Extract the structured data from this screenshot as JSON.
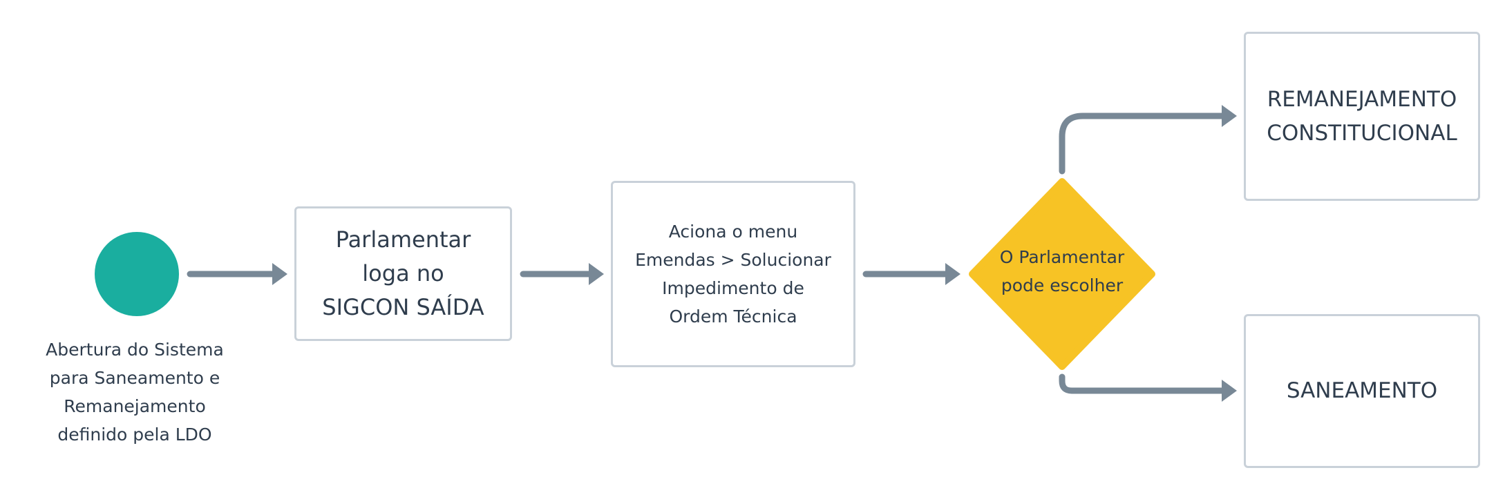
{
  "diagram": {
    "start_caption": "Abertura do Sistema\npara Saneamento e\nRemanejamento\ndefinido pela LDO",
    "steps": {
      "login": "Parlamentar\nloga no\nSIGCON SAÍDA",
      "menu": "Aciona o menu\nEmendas > Solucionar\nImpedimento de\nOrdem Técnica"
    },
    "decision": "O Parlamentar\npode escolher",
    "outcomes": {
      "upper": "REMANEJAMENTO\nCONSTITUCIONAL",
      "lower": "SANEAMENTO"
    }
  },
  "colors": {
    "start": "#1aae9f",
    "decision": "#f7c325",
    "connector": "#788896",
    "box_border": "#c9d1d9",
    "text": "#2f3d4d"
  }
}
